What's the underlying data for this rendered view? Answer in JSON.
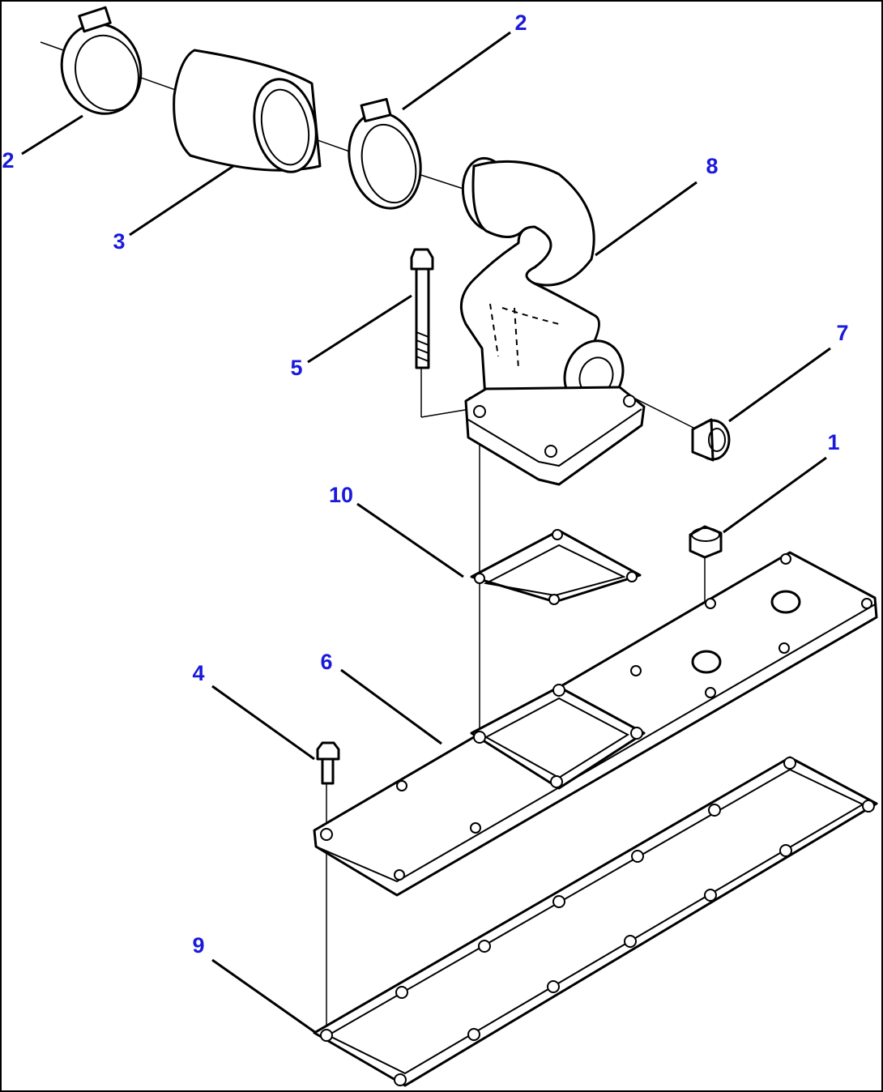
{
  "callout_color": "#1a1adc",
  "callouts": {
    "c2_top_left": "2",
    "c2_top_right": "2",
    "c3": "3",
    "c8": "8",
    "c5": "5",
    "c7": "7",
    "c1": "1",
    "c10": "10",
    "c4": "4",
    "c6": "6",
    "c9": "9"
  }
}
